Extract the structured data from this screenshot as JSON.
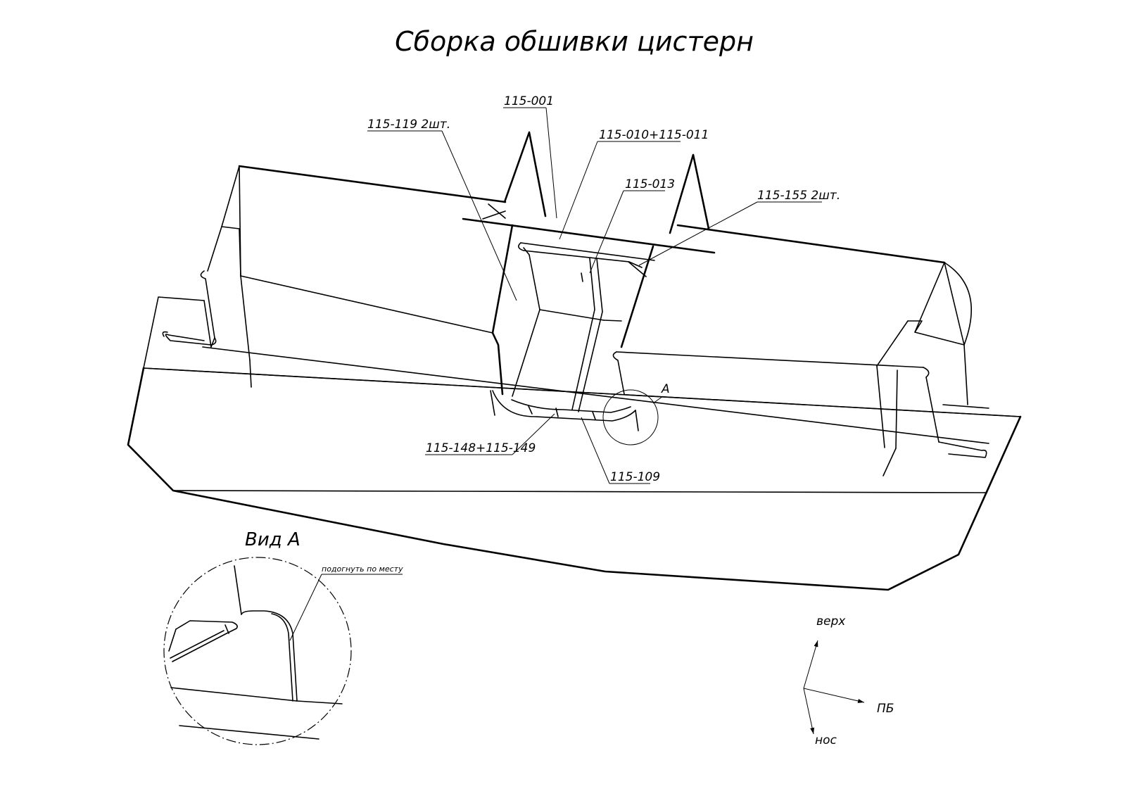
{
  "title": "Сборка обшивки цистерн",
  "callouts": {
    "c001": "115-001",
    "c119": "115-119 2шт.",
    "c010": "115-010+115-011",
    "c013": "115-013",
    "c155": "115-155 2шт.",
    "c148": "115-148+115-149",
    "c109": "115-109",
    "cA": "А"
  },
  "detail_view": {
    "title": "Вид А",
    "note": "подогнуть по месту"
  },
  "axes": {
    "up": "верх",
    "starboard": "ПБ",
    "bow": "нос"
  }
}
